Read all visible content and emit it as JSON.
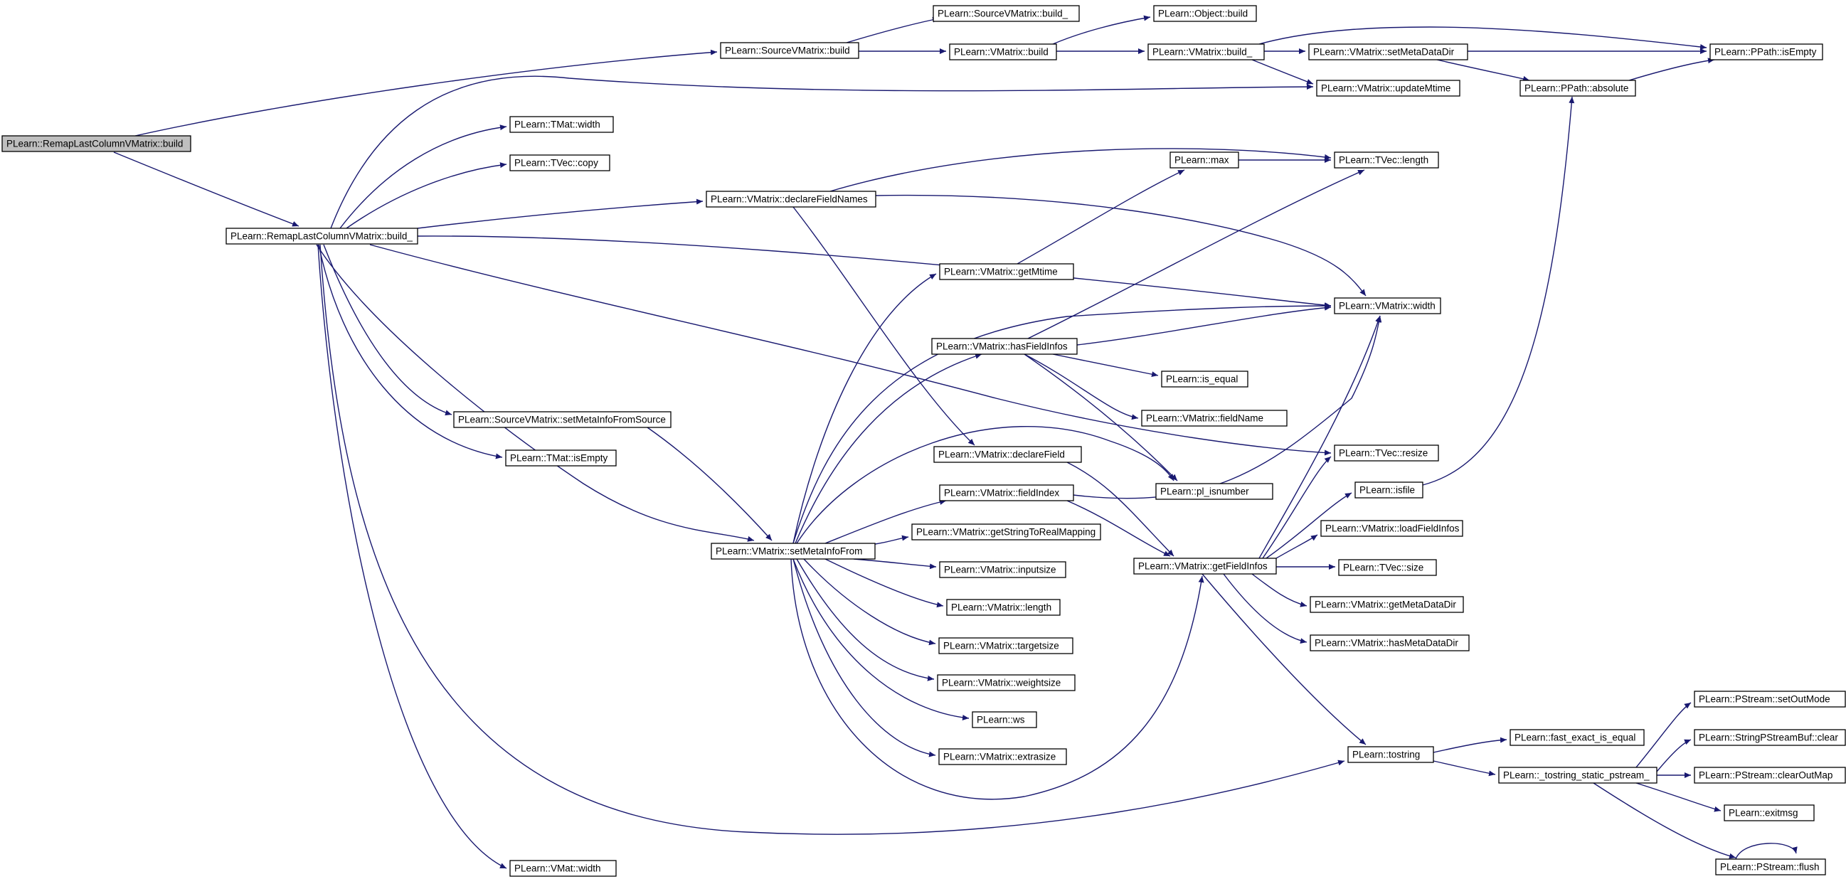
{
  "diagram": {
    "edge_color": "#191970",
    "truncated_border_color": "#ff0000",
    "root_fill": "#bfbfbf",
    "nodes": [
      {
        "id": "root",
        "label": "PLearn::RemapLastColumnVMatrix::build",
        "kind": "root"
      },
      {
        "id": "rbuild_",
        "label": "PLearn::RemapLastColumnVMatrix::build_"
      },
      {
        "id": "svm_build",
        "label": "PLearn::SourceVMatrix::build"
      },
      {
        "id": "svm_build_",
        "label": "PLearn::SourceVMatrix::build_"
      },
      {
        "id": "vm_build",
        "label": "PLearn::VMatrix::build"
      },
      {
        "id": "obj_build",
        "label": "PLearn::Object::build"
      },
      {
        "id": "vm_build_",
        "label": "PLearn::VMatrix::build_"
      },
      {
        "id": "setMetaDataDir",
        "label": "PLearn::VMatrix::setMetaDataDir"
      },
      {
        "id": "isEmpty_path",
        "label": "PLearn::PPath::isEmpty"
      },
      {
        "id": "absolute",
        "label": "PLearn::PPath::absolute",
        "kind": "truncated"
      },
      {
        "id": "updateMtime",
        "label": "PLearn::VMatrix::updateMtime"
      },
      {
        "id": "tmat_width",
        "label": "PLearn::TMat::width"
      },
      {
        "id": "tvec_copy",
        "label": "PLearn::TVec::copy"
      },
      {
        "id": "declareFieldNames",
        "label": "PLearn::VMatrix::declareFieldNames"
      },
      {
        "id": "max",
        "label": "PLearn::max",
        "kind": "truncated"
      },
      {
        "id": "tvec_length",
        "label": "PLearn::TVec::length"
      },
      {
        "id": "getMtime",
        "label": "PLearn::VMatrix::getMtime"
      },
      {
        "id": "vm_width",
        "label": "PLearn::VMatrix::width"
      },
      {
        "id": "hasFieldInfos",
        "label": "PLearn::VMatrix::hasFieldInfos"
      },
      {
        "id": "is_equal",
        "label": "PLearn::is_equal",
        "kind": "truncated"
      },
      {
        "id": "fieldName",
        "label": "PLearn::VMatrix::fieldName"
      },
      {
        "id": "setMetaInfoFromSource",
        "label": "PLearn::SourceVMatrix::setMetaInfoFromSource"
      },
      {
        "id": "tvec_resize",
        "label": "PLearn::TVec::resize"
      },
      {
        "id": "tmat_isEmpty",
        "label": "PLearn::TMat::isEmpty"
      },
      {
        "id": "declareField",
        "label": "PLearn::VMatrix::declareField"
      },
      {
        "id": "pl_isnumber",
        "label": "PLearn::pl_isnumber",
        "kind": "truncated"
      },
      {
        "id": "isfile",
        "label": "PLearn::isfile"
      },
      {
        "id": "fieldIndex",
        "label": "PLearn::VMatrix::fieldIndex"
      },
      {
        "id": "loadFieldInfos",
        "label": "PLearn::VMatrix::loadFieldInfos",
        "kind": "truncated"
      },
      {
        "id": "getStringToRealMapping",
        "label": "PLearn::VMatrix::getStringToRealMapping"
      },
      {
        "id": "setMetaInfoFrom",
        "label": "PLearn::VMatrix::setMetaInfoFrom"
      },
      {
        "id": "getFieldInfos",
        "label": "PLearn::VMatrix::getFieldInfos"
      },
      {
        "id": "tvec_size",
        "label": "PLearn::TVec::size"
      },
      {
        "id": "inputsize",
        "label": "PLearn::VMatrix::inputsize"
      },
      {
        "id": "getMetaDataDir",
        "label": "PLearn::VMatrix::getMetaDataDir"
      },
      {
        "id": "vm_length",
        "label": "PLearn::VMatrix::length"
      },
      {
        "id": "hasMetaDataDir",
        "label": "PLearn::VMatrix::hasMetaDataDir"
      },
      {
        "id": "targetsize",
        "label": "PLearn::VMatrix::targetsize"
      },
      {
        "id": "weightsize",
        "label": "PLearn::VMatrix::weightsize"
      },
      {
        "id": "setOutMode",
        "label": "PLearn::PStream::setOutMode"
      },
      {
        "id": "ws",
        "label": "PLearn::ws",
        "kind": "truncated"
      },
      {
        "id": "sbuf_clear",
        "label": "PLearn::StringPStreamBuf::clear",
        "kind": "truncated"
      },
      {
        "id": "tostring",
        "label": "PLearn::tostring"
      },
      {
        "id": "fast_exact_is_equal",
        "label": "PLearn::fast_exact_is_equal"
      },
      {
        "id": "extrasize",
        "label": "PLearn::VMatrix::extrasize"
      },
      {
        "id": "tostring_static",
        "label": "PLearn::_tostring_static_pstream_"
      },
      {
        "id": "clearOutMap",
        "label": "PLearn::PStream::clearOutMap"
      },
      {
        "id": "exitmsg",
        "label": "PLearn::exitmsg",
        "kind": "truncated"
      },
      {
        "id": "flush",
        "label": "PLearn::PStream::flush"
      },
      {
        "id": "vmat_width",
        "label": "PLearn::VMat::width"
      }
    ]
  }
}
